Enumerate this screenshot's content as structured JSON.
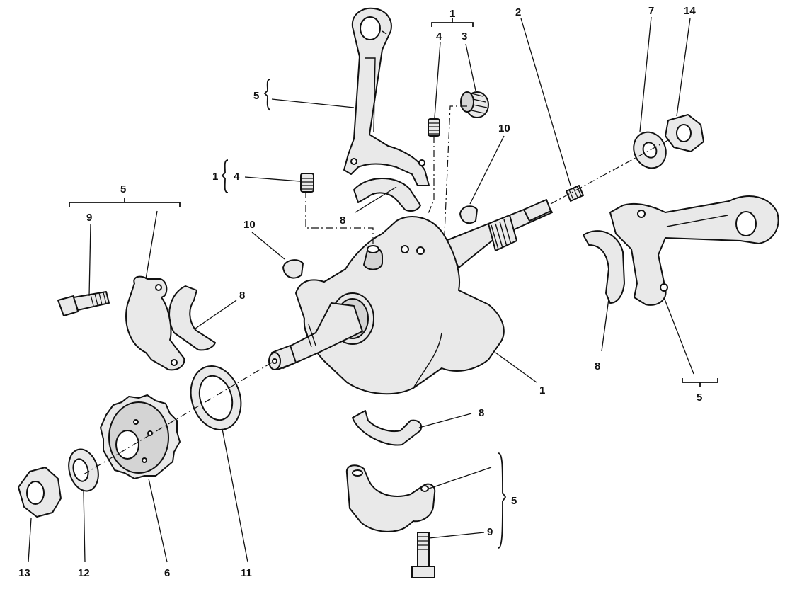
{
  "callouts": {
    "c1_top": "1",
    "c4_top": "4",
    "c3": "3",
    "c2": "2",
    "c7": "7",
    "c14": "14",
    "c5_rod_top": "5",
    "c10_right": "10",
    "c1_left": "1",
    "c4_left": "4",
    "c8_upper": "8",
    "c5_left": "5",
    "c9_left": "9",
    "c10_left": "10",
    "c8_left": "8",
    "c1_crank": "1",
    "c8_right": "8",
    "c5_right": "5",
    "c8_lower": "8",
    "c5_lower": "5",
    "c9_lower": "9",
    "c13": "13",
    "c12": "12",
    "c6": "6",
    "c11": "11"
  }
}
